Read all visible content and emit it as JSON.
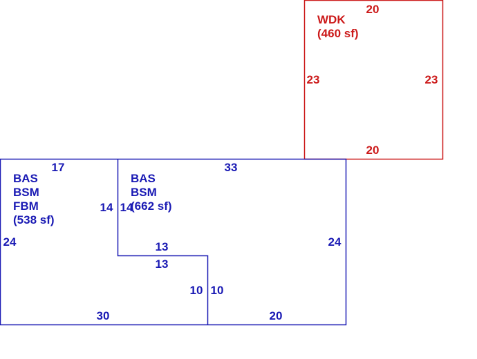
{
  "colors": {
    "living": "#1a1ab4",
    "deck": "#cc1a1a",
    "background": "#ffffff"
  },
  "areas": {
    "left": {
      "lines": [
        "BAS",
        "BSM",
        "FBM",
        "(538 sf)"
      ]
    },
    "right": {
      "lines": [
        "BAS",
        "BSM",
        "(662 sf)"
      ]
    },
    "deck": {
      "lines": [
        "WDK",
        "(460 sf)"
      ]
    }
  },
  "dimensions": {
    "deck_top": "20",
    "deck_left": "23",
    "deck_right": "23",
    "deck_bottom": "20",
    "left_top": "17",
    "left_side": "24",
    "left_inner": "14",
    "left_bottom": "30",
    "right_top": "33",
    "right_inner": "14",
    "right_side": "24",
    "notch_top_upper": "13",
    "notch_top_lower": "13",
    "notch_left": "10",
    "notch_right": "10",
    "right_bottom": "20"
  }
}
